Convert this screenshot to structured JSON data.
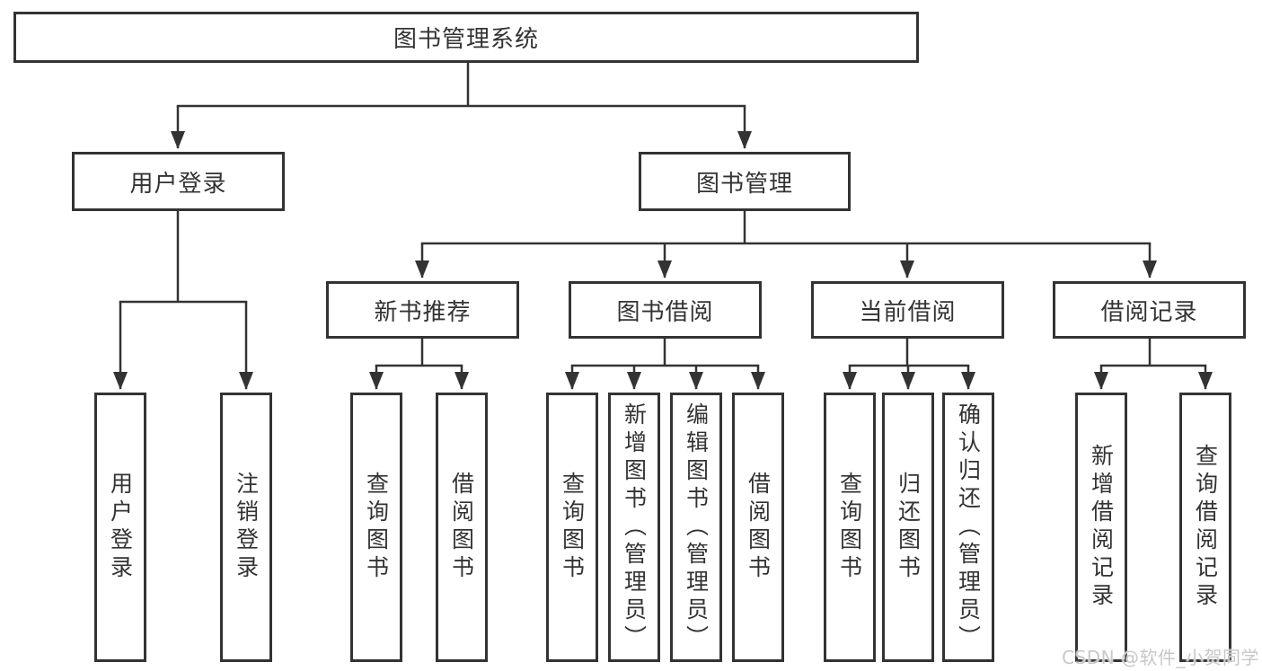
{
  "colors": {
    "line": "#333333",
    "box_border": "#333333",
    "text": "#333333",
    "background": "#ffffff",
    "watermark": "#c8c8c8"
  },
  "tree": {
    "root": "图书管理系统",
    "login": {
      "label": "用户登录",
      "children": [
        "用户登录",
        "注销登录"
      ]
    },
    "management": {
      "label": "图书管理",
      "newbooks": {
        "label": "新书推荐",
        "children": [
          "查询图书",
          "借阅图书"
        ]
      },
      "borrow": {
        "label": "图书借阅",
        "children": [
          "查询图书",
          "新增图书（管理员）",
          "编辑图书（管理员）",
          "借阅图书"
        ]
      },
      "current": {
        "label": "当前借阅",
        "children": [
          "查询图书",
          "归还图书",
          "确认归还（管理员）"
        ]
      },
      "records": {
        "label": "借阅记录",
        "children": [
          "新增借阅记录",
          "查询借阅记录"
        ]
      }
    }
  },
  "watermark": "CSDN @软件_小贺同学"
}
